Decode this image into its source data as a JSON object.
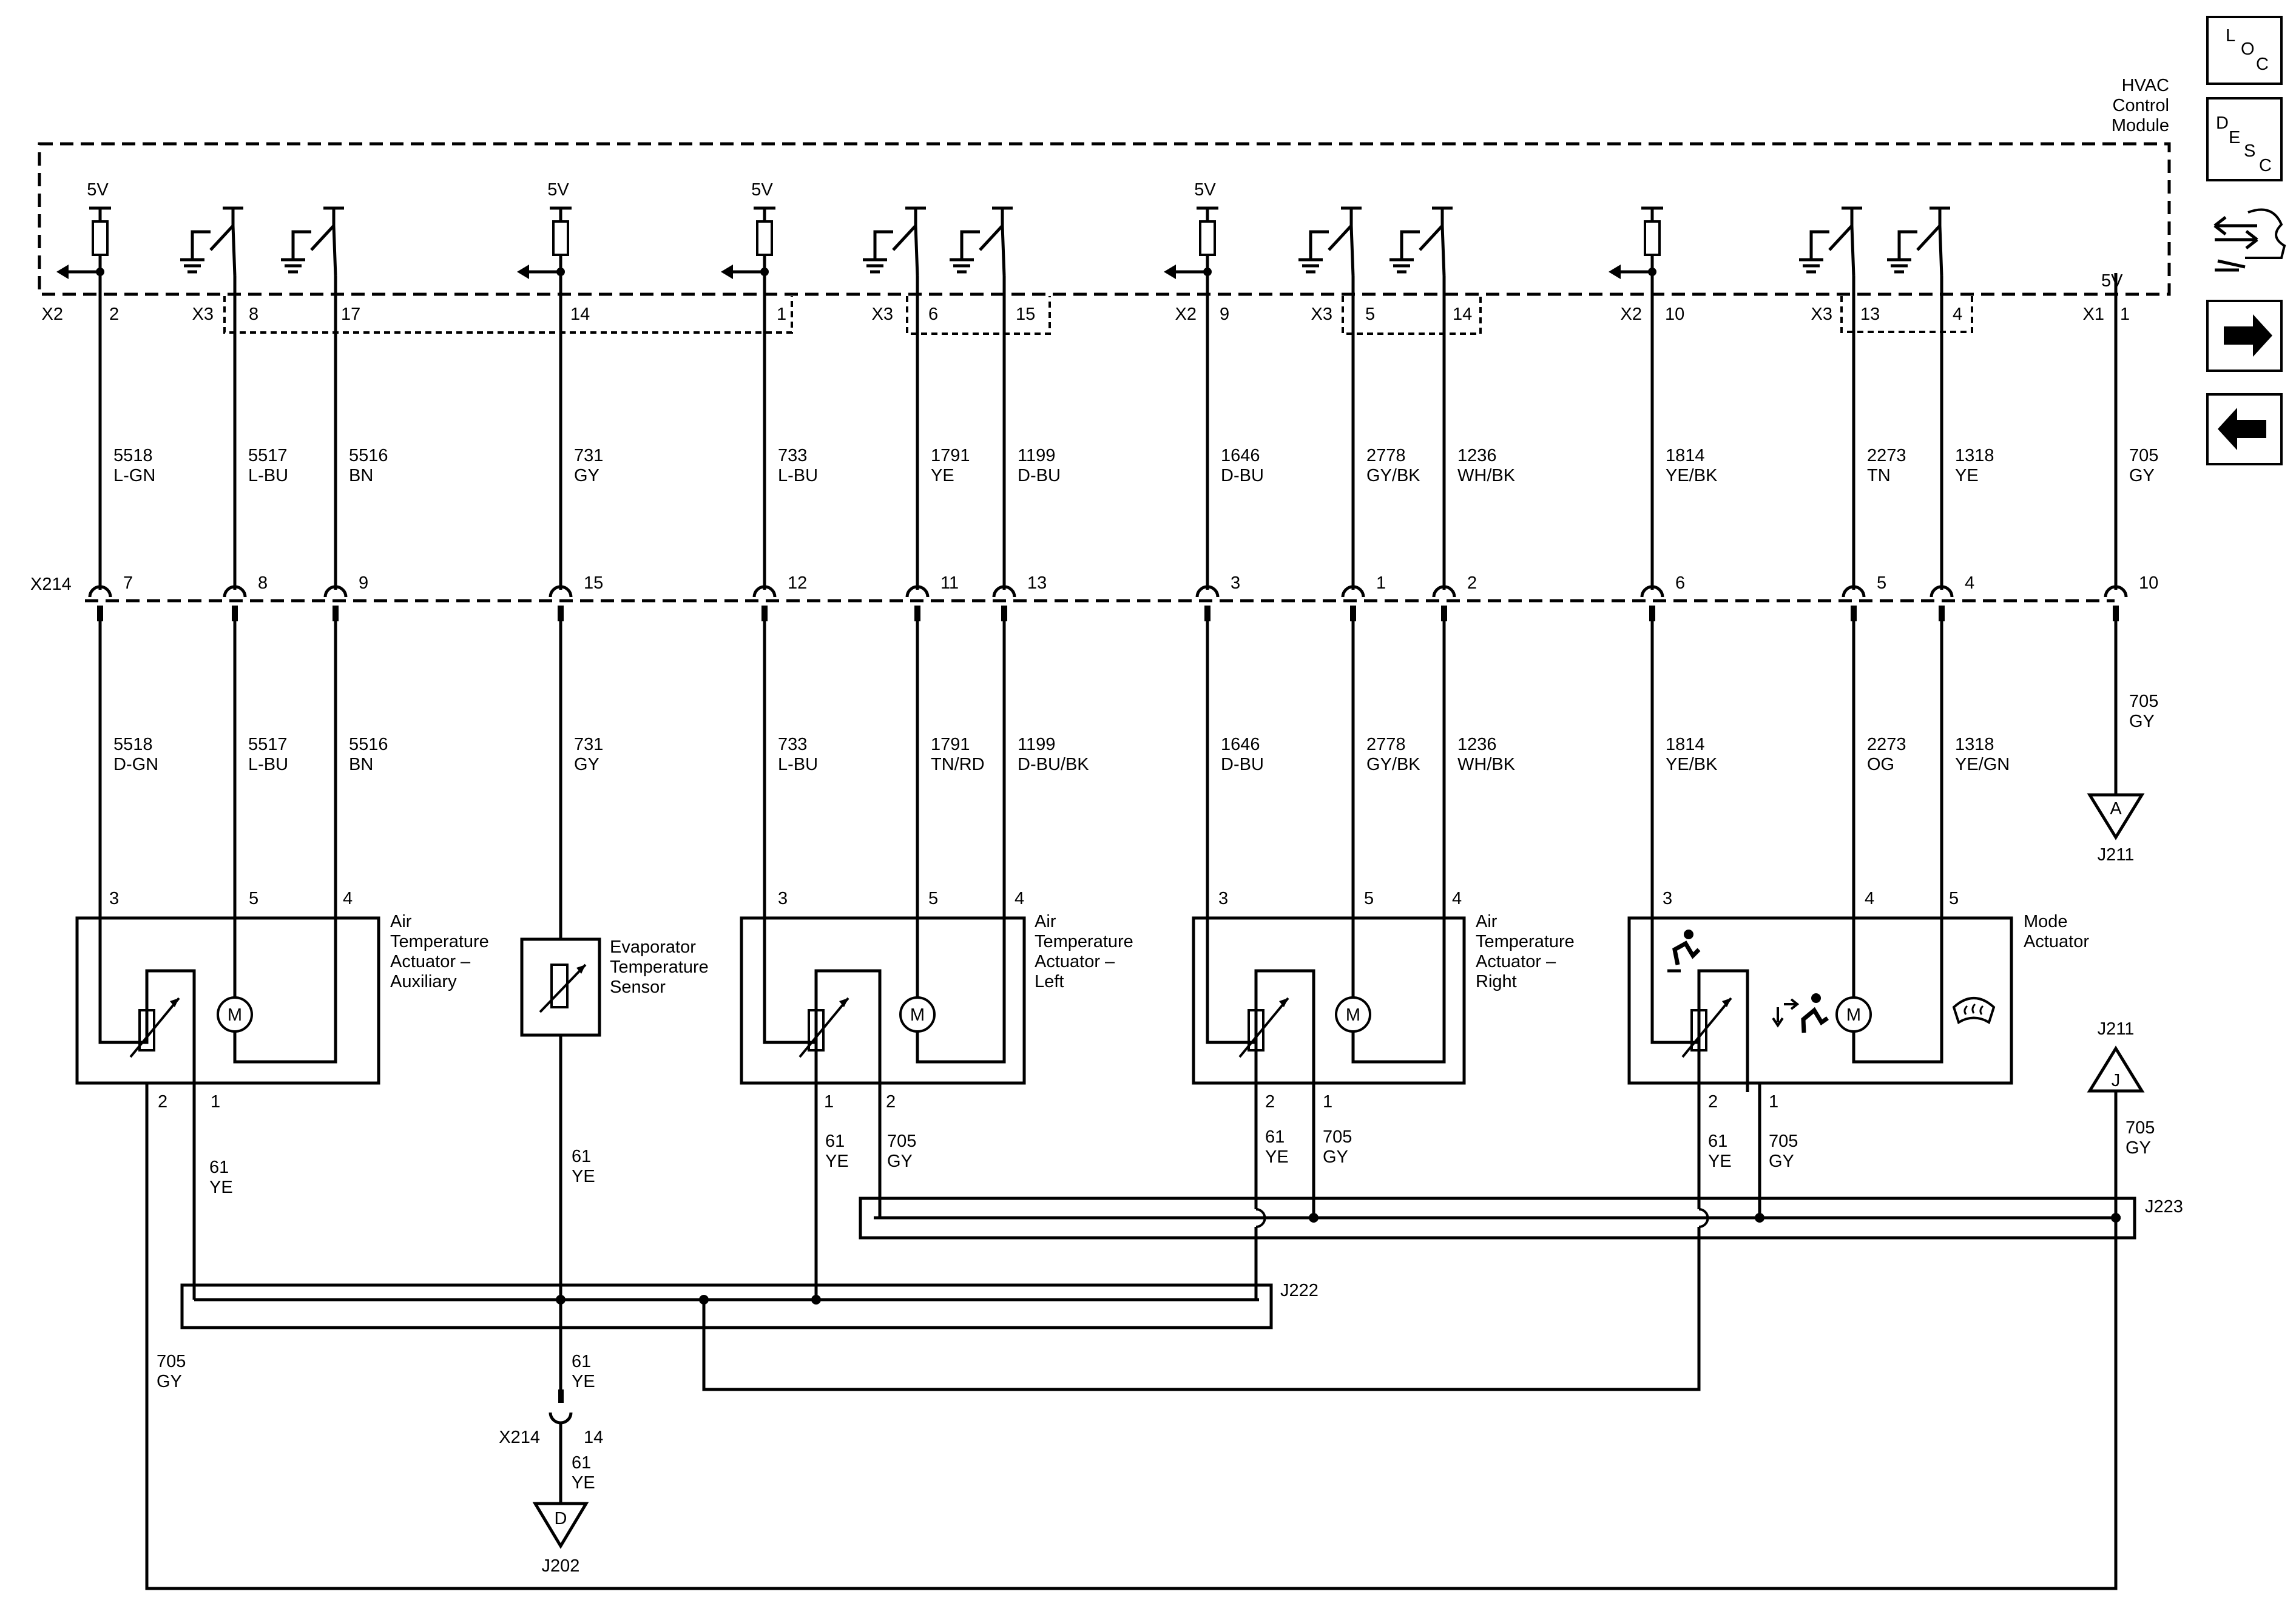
{
  "module": {
    "line1": "HVAC",
    "line2": "Control",
    "line3": "Module"
  },
  "supply": "5V",
  "nav": {
    "loc": {
      "l": "L",
      "o": "O",
      "c": "C"
    },
    "desc": {
      "d": "D",
      "e": "E",
      "s": "S",
      "c": "C"
    }
  },
  "top_pins": [
    {
      "conn": "X2",
      "pin": "2"
    },
    {
      "conn": "X3",
      "pin": "8"
    },
    {
      "conn": "",
      "pin": "17"
    },
    {
      "conn": "",
      "pin": "14"
    },
    {
      "conn": "",
      "pin": "1"
    },
    {
      "conn": "X3",
      "pin": "6"
    },
    {
      "conn": "",
      "pin": "15"
    },
    {
      "conn": "X2",
      "pin": "9"
    },
    {
      "conn": "X3",
      "pin": "5"
    },
    {
      "conn": "",
      "pin": "14"
    },
    {
      "conn": "X2",
      "pin": "10"
    },
    {
      "conn": "X3",
      "pin": "13"
    },
    {
      "conn": "",
      "pin": "4"
    },
    {
      "conn": "X1",
      "pin": "1"
    }
  ],
  "upper_wires": [
    {
      "circuit": "5518",
      "color": "L-GN"
    },
    {
      "circuit": "5517",
      "color": "L-BU"
    },
    {
      "circuit": "5516",
      "color": "BN"
    },
    {
      "circuit": "731",
      "color": "GY"
    },
    {
      "circuit": "733",
      "color": "L-BU"
    },
    {
      "circuit": "1791",
      "color": "YE"
    },
    {
      "circuit": "1199",
      "color": "D-BU"
    },
    {
      "circuit": "1646",
      "color": "D-BU"
    },
    {
      "circuit": "2778",
      "color": "GY/BK"
    },
    {
      "circuit": "1236",
      "color": "WH/BK"
    },
    {
      "circuit": "1814",
      "color": "YE/BK"
    },
    {
      "circuit": "2273",
      "color": "TN"
    },
    {
      "circuit": "1318",
      "color": "YE"
    },
    {
      "circuit": "705",
      "color": "GY"
    }
  ],
  "inline_connector": {
    "name": "X214",
    "pins": [
      "7",
      "8",
      "9",
      "15",
      "12",
      "11",
      "13",
      "3",
      "1",
      "2",
      "6",
      "5",
      "4",
      "10"
    ]
  },
  "lower_wires": [
    {
      "circuit": "5518",
      "color": "D-GN"
    },
    {
      "circuit": "5517",
      "color": "L-BU"
    },
    {
      "circuit": "5516",
      "color": "BN"
    },
    {
      "circuit": "731",
      "color": "GY"
    },
    {
      "circuit": "733",
      "color": "L-BU"
    },
    {
      "circuit": "1791",
      "color": "TN/RD"
    },
    {
      "circuit": "1199",
      "color": "D-BU/BK"
    },
    {
      "circuit": "1646",
      "color": "D-BU"
    },
    {
      "circuit": "2778",
      "color": "GY/BK"
    },
    {
      "circuit": "1236",
      "color": "WH/BK"
    },
    {
      "circuit": "1814",
      "color": "YE/BK"
    },
    {
      "circuit": "2273",
      "color": "OG"
    },
    {
      "circuit": "1318",
      "color": "YE/GN"
    },
    {
      "circuit": "705",
      "color": "GY"
    }
  ],
  "devices": {
    "aux": {
      "l1": "Air",
      "l2": "Temperature",
      "l3": "Actuator –",
      "l4": "Auxiliary",
      "p_a": "3",
      "p_b": "5",
      "p_c": "4",
      "p_d": "2",
      "p_e": "1"
    },
    "evap": {
      "l1": "Evaporator",
      "l2": "Temperature",
      "l3": "Sensor"
    },
    "left": {
      "l1": "Air",
      "l2": "Temperature",
      "l3": "Actuator –",
      "l4": "Left",
      "p_a": "3",
      "p_b": "5",
      "p_c": "4",
      "p_d": "1",
      "p_e": "2"
    },
    "right": {
      "l1": "Air",
      "l2": "Temperature",
      "l3": "Actuator –",
      "l4": "Right",
      "p_a": "3",
      "p_b": "5",
      "p_c": "4",
      "p_d": "2",
      "p_e": "1"
    },
    "mode": {
      "l1": "Mode",
      "l2": "Actuator",
      "p_a": "3",
      "p_b": "4",
      "p_c": "5",
      "p_d": "2",
      "p_e": "1"
    },
    "motor_symbol": "M"
  },
  "bottom_wires": {
    "ye_circuit": "61",
    "ye_color": "YE",
    "gy_circuit": "705",
    "gy_color": "GY"
  },
  "splices": {
    "j222": "J222",
    "j223": "J223"
  },
  "refs": {
    "a": {
      "letter": "A",
      "name": "J211"
    },
    "j": {
      "letter": "J",
      "name": "J211"
    },
    "d": {
      "letter": "D",
      "name": "J202"
    }
  },
  "lower_inline": {
    "name": "X214",
    "pin": "14"
  }
}
